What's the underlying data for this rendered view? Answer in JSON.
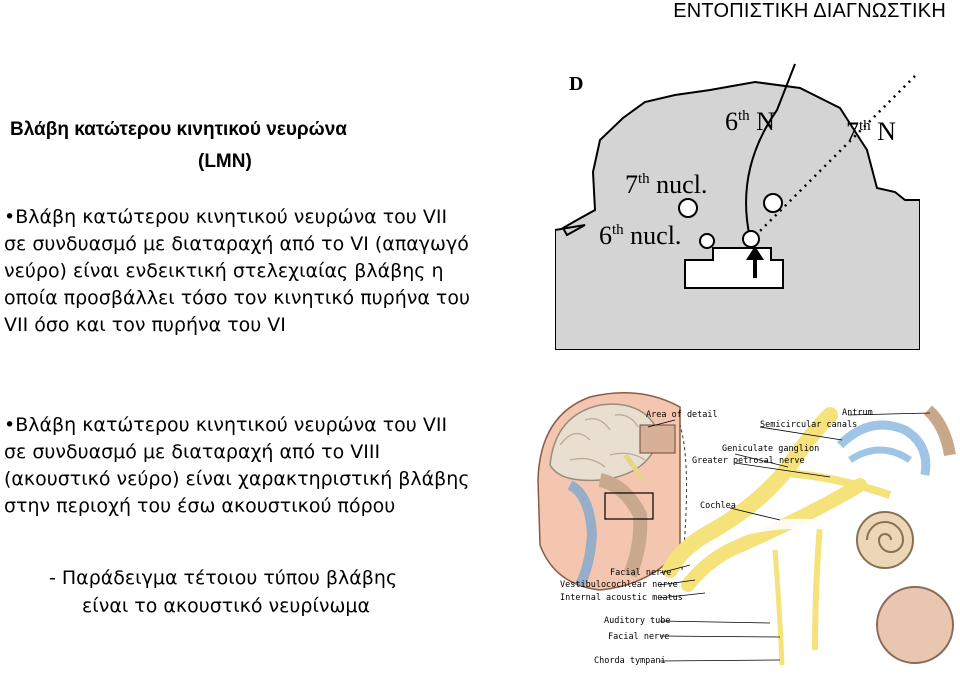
{
  "title": "ΕΝΤΟΠΙΣΤΙΚΗ ΔΙΑΓΝΩΣΤΙΚΗ",
  "heading": {
    "line1": "Βλάβη κατώτερου κινητικού νευρώνα",
    "line2": "(LMN)"
  },
  "bullets": [
    "•Βλάβη κατώτερου κινητικού νευρώνα του VII σε συνδυασμό με διαταραχή από το VI (απαγωγό νεύρο) είναι ενδεικτική στελεχιαίας βλάβης η οποία προσβάλλει τόσο τον κινητικό πυρήνα του VII όσο και τον πυρήνα του VI",
    "•Βλάβη κατώτερου κινητικού νευρώνα του VII σε συνδυασμό με διαταραχή από το VIII (ακουστικό νεύρο) είναι χαρακτηριστική βλάβης στην περιοχή του έσω ακουστικού πόρου"
  ],
  "example": {
    "line1": "- Παράδειγμα τέτοιου τύπου βλάβης",
    "line2": "είναι το ακουστικό νευρίνωμα"
  },
  "figure1": {
    "letter": "D",
    "n6_num": "6",
    "n6_sup": "th",
    "n6_rest": " N",
    "n7_num": "7",
    "n7_sup": "th",
    "n7_rest": " N",
    "nuc7_num": "7",
    "nuc7_sup": "th",
    "nuc7_rest": " nucl.",
    "nuc6_num": "6",
    "nuc6_sup": "th",
    "nuc6_rest": " nucl."
  },
  "figure2": {
    "labels": {
      "area": "Area of detail",
      "semicircular": "Semicircular canals",
      "antrum": "Antrum",
      "geniculate": "Geniculate ganglion",
      "petrosal": "Greater petrosal nerve",
      "cochlea": "Cochlea",
      "facial1": "Facial nerve",
      "vestibulo": "Vestibulocochlear nerve",
      "meatus": "Internal acoustic meatus",
      "auditory": "Auditory tube",
      "facial2": "Facial nerve",
      "chorda": "Chorda tympani"
    }
  }
}
